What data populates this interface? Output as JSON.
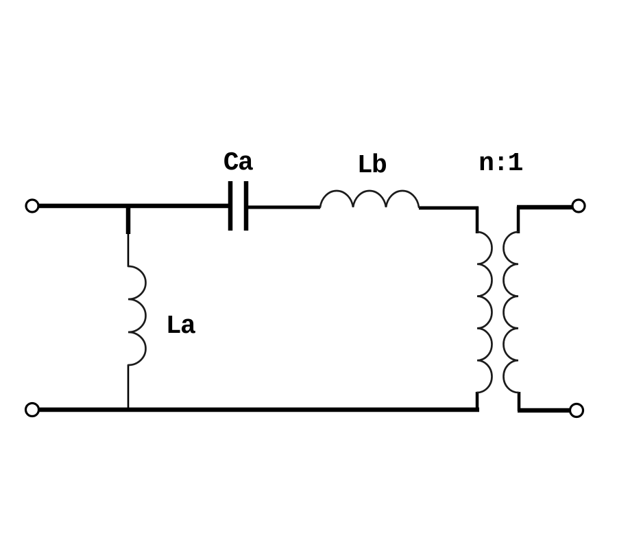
{
  "diagram": {
    "kind": "circuit-schematic",
    "background_color": "#ffffff",
    "ink_color": "#000000",
    "coil_ink_color": "#1c1c1c",
    "components": {
      "shunt_inductor": {
        "label": "La",
        "type": "inductor",
        "orientation": "vertical",
        "turns": 3
      },
      "series_capacitor": {
        "label": "Ca",
        "type": "capacitor",
        "orientation": "series"
      },
      "series_inductor": {
        "label": "Lb",
        "type": "inductor",
        "orientation": "horizontal",
        "turns": 3
      },
      "transformer": {
        "label": "n:1",
        "type": "transformer",
        "turns_ratio": "n:1",
        "primary_turns": 5,
        "secondary_turns": 5
      }
    },
    "terminals": {
      "count": 4,
      "names": [
        "port-in-top",
        "port-in-bottom",
        "port-out-top",
        "port-out-bottom"
      ]
    }
  }
}
